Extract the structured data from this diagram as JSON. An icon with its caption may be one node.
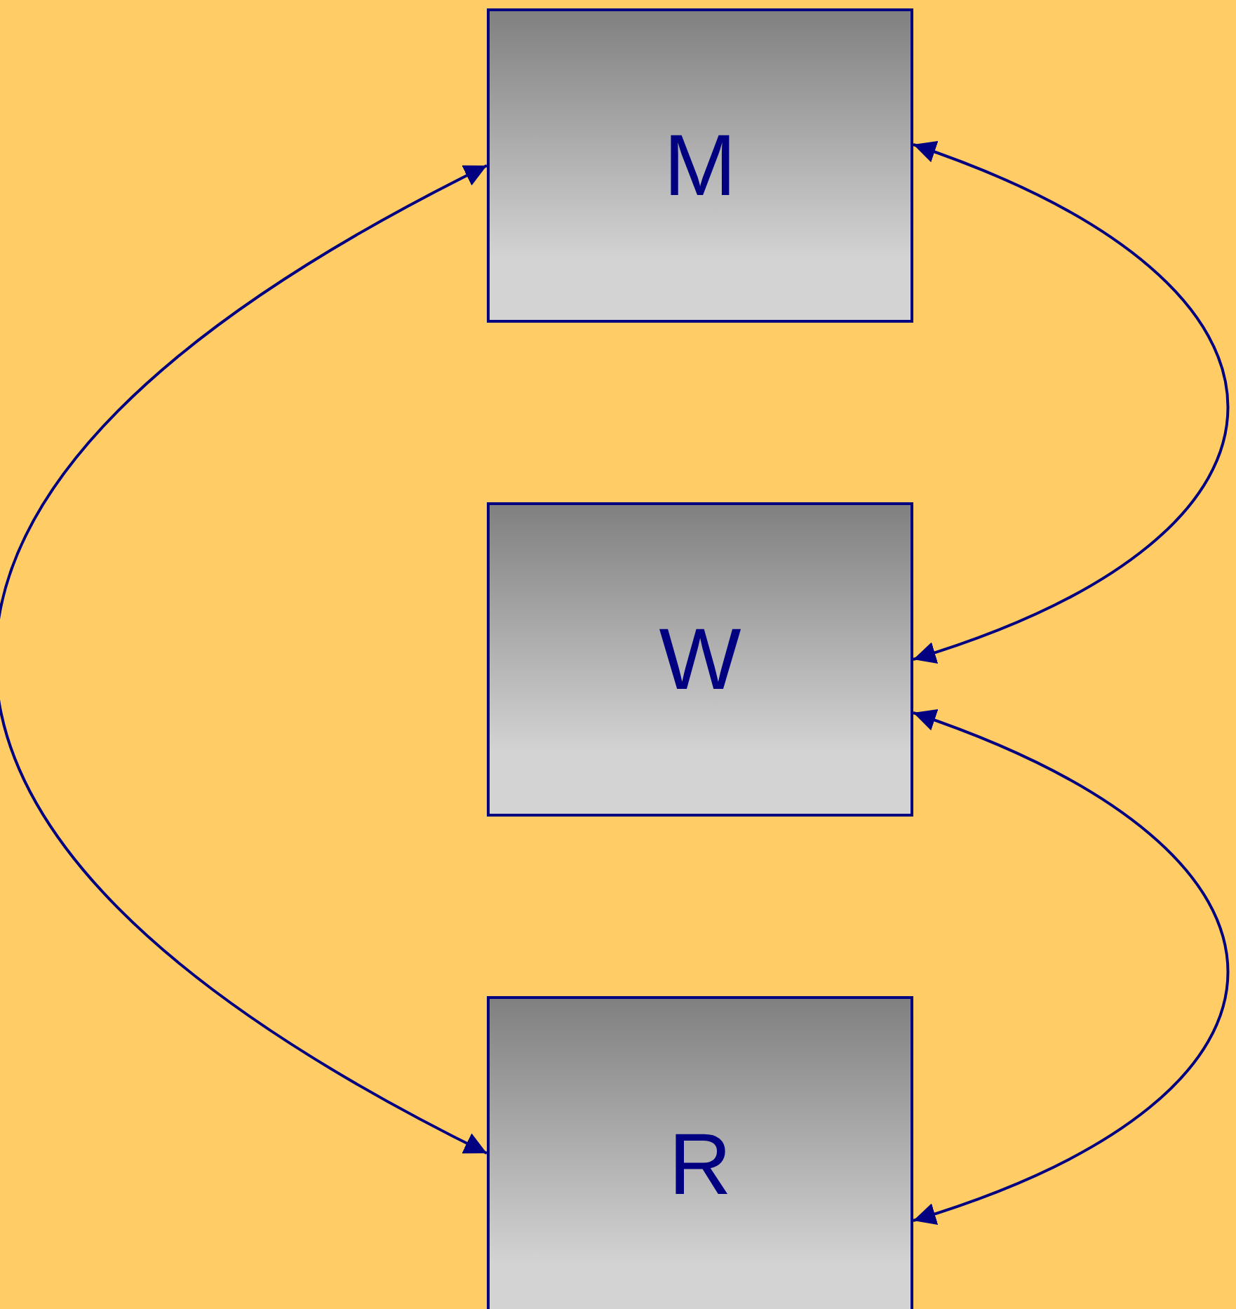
{
  "diagram": {
    "nodes": [
      {
        "text": [
          "M"
        ]
      },
      {
        "text": [
          "W"
        ]
      },
      {
        "text": [
          "R"
        ]
      }
    ],
    "edges": [
      {
        "from": 0,
        "to": 2,
        "arrow": "both"
      },
      {
        "from": 0,
        "to": 1,
        "arrow": "both"
      },
      {
        "from": 1,
        "to": 2,
        "arrow": "both"
      }
    ]
  }
}
